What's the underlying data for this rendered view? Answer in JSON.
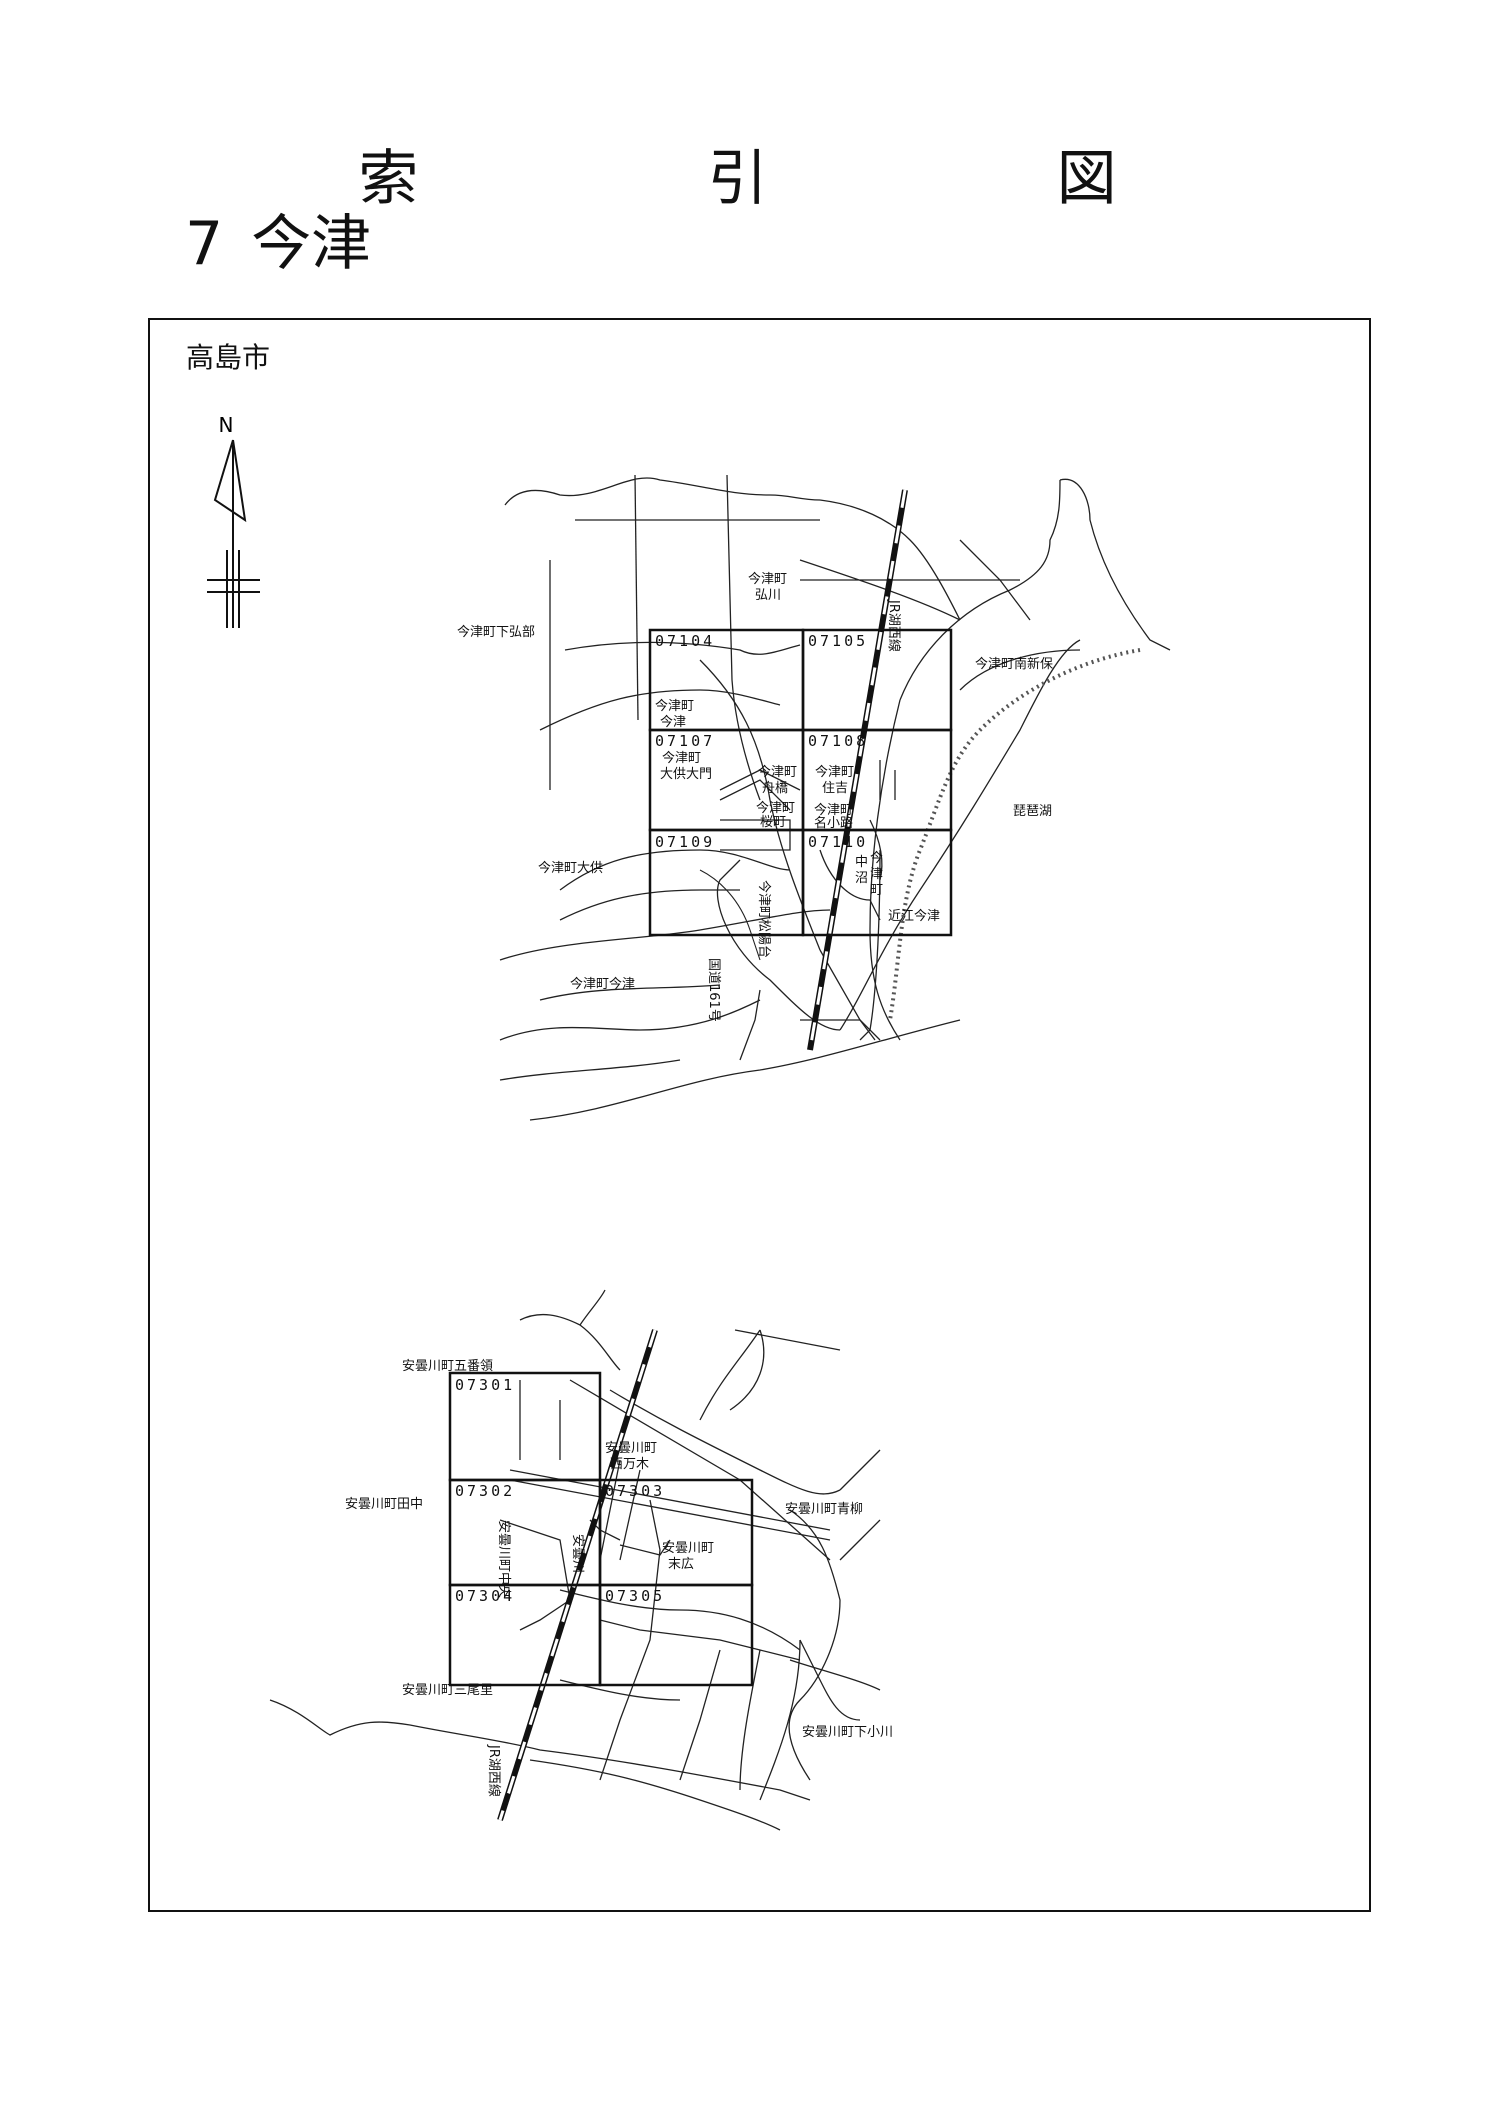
{
  "header": {
    "title": "索 引 図",
    "number": "7",
    "area_name": "今津"
  },
  "map": {
    "city_label": "高島市",
    "north_label": "N",
    "upper": {
      "cells": [
        "07104",
        "07105",
        "07107",
        "07108",
        "07109",
        "07110"
      ],
      "labels": {
        "hirokawa_1": "今津町",
        "hirokawa_2": "弘川",
        "shimohirobe": "今津町下弘部",
        "minamishinbo": "今津町南新保",
        "imazu_1": "今津町",
        "imazu_2": "今津",
        "daikudaimon_1": "今津町",
        "daikudaimon_2": "大供大門",
        "funabashi_1": "今津町",
        "funabashi_2": "舟橋",
        "sumiyoshi_1": "今津町",
        "sumiyoshi_2": "住吉",
        "sakuramachi_1": "今津町",
        "sakuramachi_2": "桜町",
        "nakoji_1": "今津町",
        "nakoji_2": "名小路",
        "biwako": "琵琶湖",
        "daiku": "今津町大供",
        "naka_numa_1": "中",
        "naka_numa_2": "今",
        "naka_numa_3": "沼",
        "naka_numa_4": "津",
        "naka_numa_5": "町",
        "shoyodai": "今津町松陽台",
        "kokudo": "国道161号",
        "imazu_imazu": "今津町今津",
        "station": "近江今津",
        "jr_line": "JR湖西線"
      }
    },
    "lower": {
      "cells": [
        "07301",
        "07302",
        "07303",
        "07304",
        "07305"
      ],
      "labels": {
        "gobanryo": "安曇川町五番領",
        "nishimangi_1": "安曇川町",
        "nishimangi_2": "西万木",
        "tanaka": "安曇川町田中",
        "aoyagi": "安曇川町青柳",
        "chuo": "安曇川町中央",
        "station": "安曇川",
        "suehiro_1": "安曇川町",
        "suehiro_2": "末広",
        "mioza": "安曇川町三尾里",
        "shimokogawa": "安曇川町下小川",
        "jr_line": "JR湖西線"
      }
    }
  }
}
